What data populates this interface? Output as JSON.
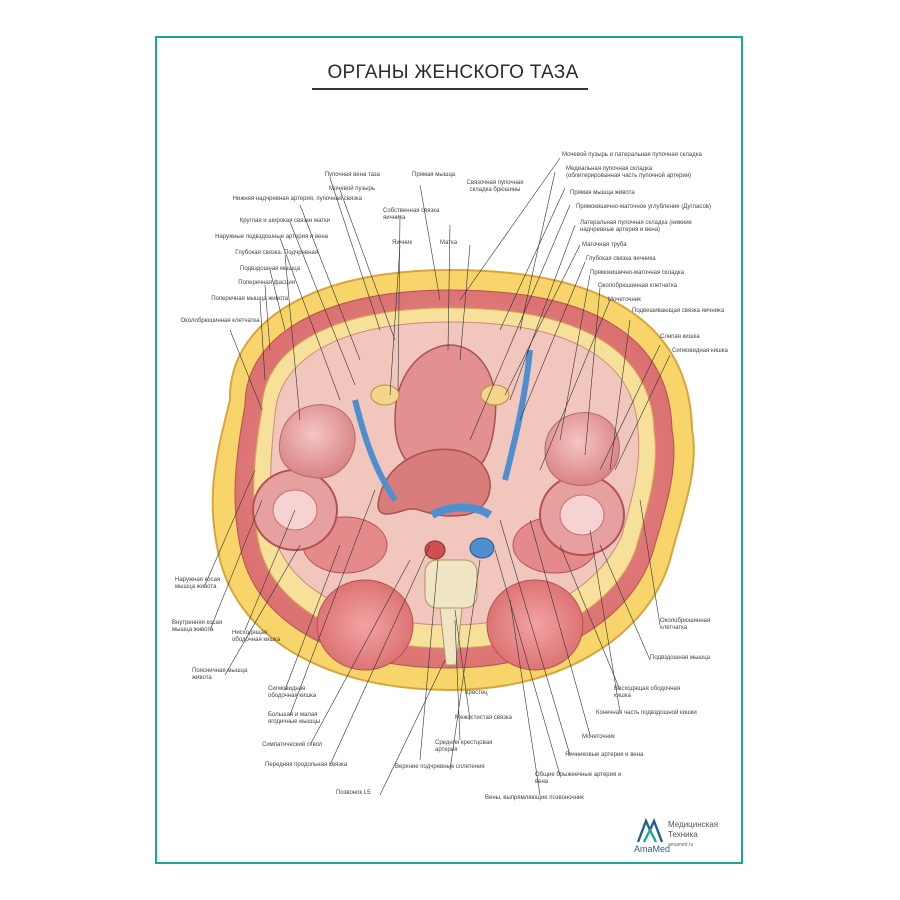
{
  "poster": {
    "title": "ОРГАНЫ ЖЕНСКОГО ТАЗА",
    "border_color": "#1aa79a"
  },
  "labels": {
    "top_left": [
      "Пупочная вена таза",
      "Мочевой пузырь",
      "Нижняя надчревная артерия, пупочная связка",
      "Круглая и широкая связки матки",
      "Наружные подвздошные артерия и вена",
      "Глубокая связка. Подчревная",
      "Подвздошная мышца",
      "Поперечная фасция",
      "Поперечная мышца живота",
      "Околобрюшинная клетчатка"
    ],
    "top_center": [
      "Прямая мышца",
      "Собственная связка яичника",
      "Яичник",
      "Матка",
      "Связочная пупочная складка брюшины"
    ],
    "top_right": [
      "Мочевой пузырь и латеральная пупочная складка",
      "Медиальная пупочная складка (облитерированная часть пупочной артерии)",
      "Прямая мышца живота",
      "Прямокишечно-маточное углубление (Дугласов)",
      "Латеральная пупочная складка (нижние надчревные артерия и вена)",
      "Маточная труба",
      "Глубокая связка яичника",
      "Прямокишечно-маточная складка",
      "Околобрюшинная клетчатка",
      "Мочеточник",
      "Подвешивающая связка яичника",
      "Слепая кишка",
      "Сигмовидная кишка"
    ],
    "left_lower": [
      "Наружная косая мышца живота",
      "Внутренняя косая мышца живота",
      "Нисходящая ободочная кишка",
      "Поясничная мышца живота",
      "Сигмовидная ободочная кишка",
      "Большая и малая ягодичные мышцы",
      "Симпатический ствол",
      "Передняя продольная связка"
    ],
    "bottom": [
      "Позвонок L5",
      "Крестец",
      "Межостистая связка",
      "Средняя крестцовая артерия",
      "Верхние подчревные сплетения",
      "Вены, выпрямляющие позвоночник"
    ],
    "right_lower": [
      "Околобрюшинная клетчатка",
      "Подвздошная мышца",
      "Восходящая ободочная кишка",
      "Конечная часть подвздошной кишки",
      "Мочеточник",
      "Яичниковые артерия и вена",
      "Общие брыжеечные артерия и вена"
    ]
  },
  "brand": {
    "logo_text": "AmaMed",
    "line1": "Медицинская",
    "line2": "Техника",
    "line3": "amamed.ru"
  }
}
